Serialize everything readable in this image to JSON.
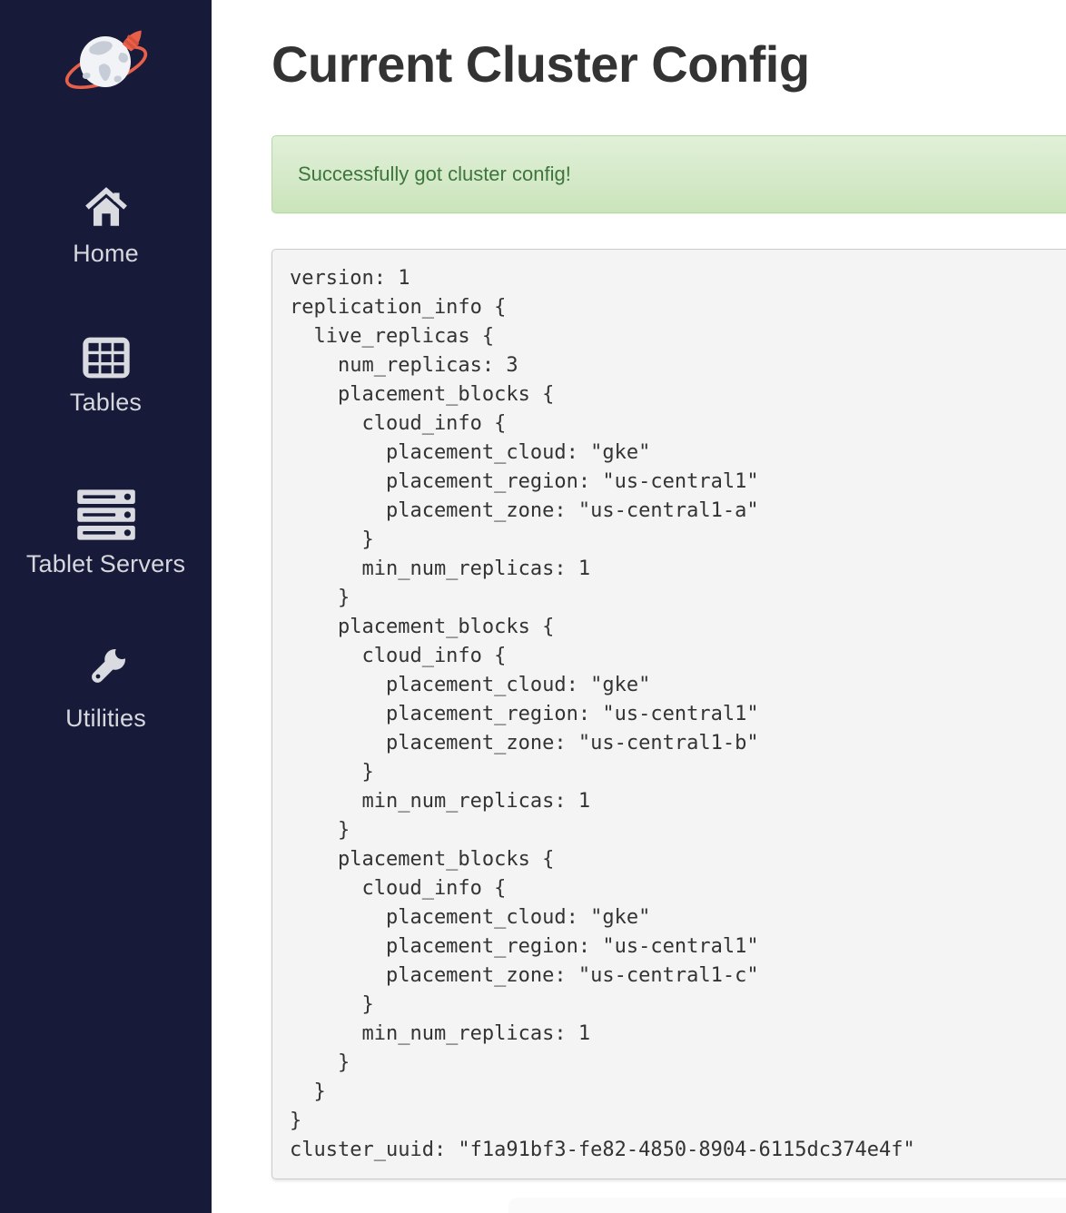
{
  "sidebar": {
    "logo_icon": "globe-rocket-icon",
    "items": [
      {
        "label": "Home",
        "icon": "home-icon"
      },
      {
        "label": "Tables",
        "icon": "tables-icon"
      },
      {
        "label": "Tablet Servers",
        "icon": "servers-icon"
      },
      {
        "label": "Utilities",
        "icon": "wrench-icon"
      }
    ]
  },
  "main": {
    "title": "Current Cluster Config",
    "alert": {
      "type": "success",
      "message": "Successfully got cluster config!"
    },
    "config_text": "version: 1\nreplication_info {\n  live_replicas {\n    num_replicas: 3\n    placement_blocks {\n      cloud_info {\n        placement_cloud: \"gke\"\n        placement_region: \"us-central1\"\n        placement_zone: \"us-central1-a\"\n      }\n      min_num_replicas: 1\n    }\n    placement_blocks {\n      cloud_info {\n        placement_cloud: \"gke\"\n        placement_region: \"us-central1\"\n        placement_zone: \"us-central1-b\"\n      }\n      min_num_replicas: 1\n    }\n    placement_blocks {\n      cloud_info {\n        placement_cloud: \"gke\"\n        placement_region: \"us-central1\"\n        placement_zone: \"us-central1-c\"\n      }\n      min_num_replicas: 1\n    }\n  }\n}\ncluster_uuid: \"f1a91bf3-fe82-4850-8904-6115dc374e4f\""
  },
  "colors": {
    "sidebar_bg": "#171b39",
    "brand_orange": "#e8604a",
    "icon_gray": "#d9dbe1",
    "alert_bg_top": "#e1f0d9",
    "alert_bg_bottom": "#cbe4bb",
    "alert_border": "#b2dba1",
    "alert_text": "#3c763d",
    "pre_bg": "#f4f4f4",
    "pre_border": "#cccccc",
    "heading_text": "#333333"
  }
}
